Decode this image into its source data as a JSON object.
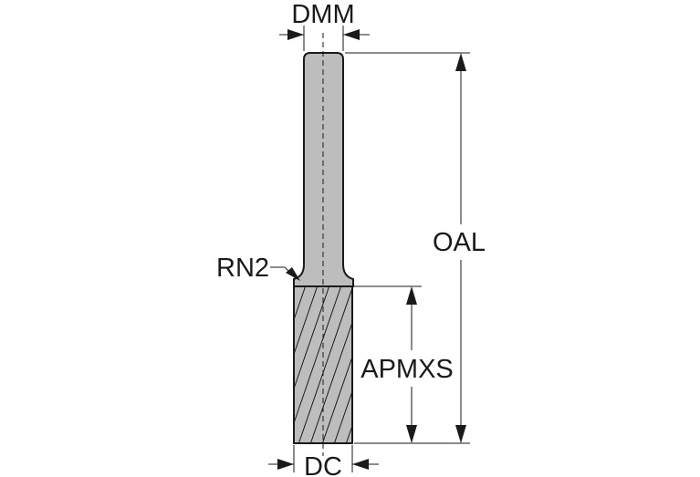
{
  "labels": {
    "dmm": "DMM",
    "oal": "OAL",
    "rn2": "RN2",
    "apmxs": "APMXS",
    "dc": "DC"
  },
  "colors": {
    "tool_fill": "#bdbdbd",
    "outline": "#1a1a1a",
    "background": "#ffffff"
  }
}
